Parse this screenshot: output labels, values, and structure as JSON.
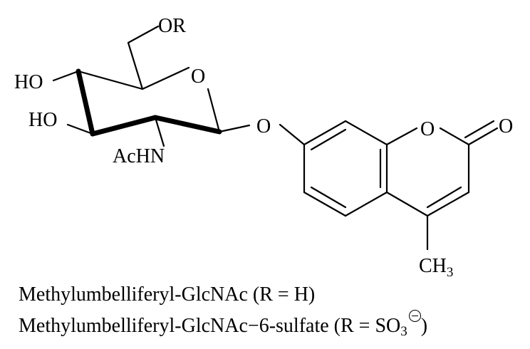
{
  "atoms": {
    "or": "OR",
    "ring_o": "O",
    "ho_top": "HO",
    "ho_bottom": "HO",
    "achn": "AcHN",
    "ether_o": "O",
    "lactone_o": "O",
    "carbonyl_o": "O",
    "methyl_ch": "CH",
    "methyl_sub": "3"
  },
  "captions": {
    "line1": "Methylumbelliferyl-GlcNAc (R = H)",
    "line2_prefix": "Methylumbelliferyl-GlcNAc−6-sulfate (R = SO",
    "line2_sub": "3",
    "line2_suffix": ")"
  }
}
